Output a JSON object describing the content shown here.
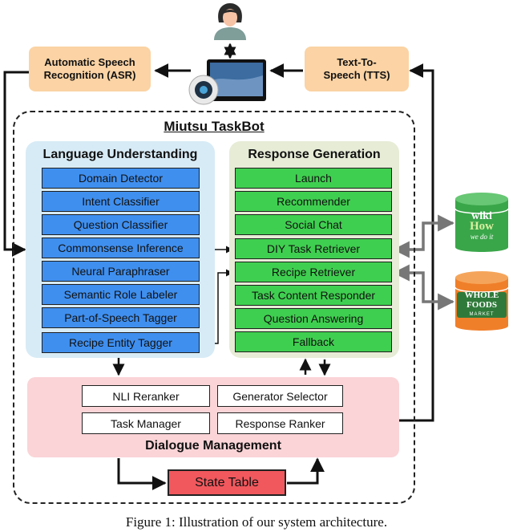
{
  "asr": {
    "label_line1": "Automatic Speech",
    "label_line2": "Recognition (ASR)"
  },
  "tts": {
    "label_line1": "Text-To-",
    "label_line2": "Speech (TTS)"
  },
  "taskbot": {
    "title": "Miutsu TaskBot"
  },
  "language_understanding": {
    "title": "Language Understanding",
    "modules": [
      "Domain Detector",
      "Intent Classifier",
      "Question Classifier",
      "Commonsense Inference",
      "Neural Paraphraser",
      "Semantic Role Labeler",
      "Part-of-Speech Tagger",
      "Recipe Entity Tagger"
    ]
  },
  "response_generation": {
    "title": "Response Generation",
    "modules": [
      "Launch",
      "Recommender",
      "Social Chat",
      "DIY Task Retriever",
      "Recipe Retriever",
      "Task Content Responder",
      "Question Answering",
      "Fallback"
    ]
  },
  "dialogue_management": {
    "title": "Dialogue Management",
    "nli_reranker": "NLI Reranker",
    "generator_selector": "Generator Selector",
    "task_manager": "Task Manager",
    "response_ranker": "Response Ranker"
  },
  "state_table": {
    "label": "State Table"
  },
  "wikihow": {
    "line1": "wiki",
    "line2": "How",
    "line3": "we do it"
  },
  "whole_foods": {
    "line1": "WHOLE",
    "line2": "FOODS",
    "line3": "MARKET"
  },
  "caption": "Figure 1: Illustration of our system architecture.",
  "colors": {
    "lu_module": "#3f8fef",
    "rg_module": "#3fcf50",
    "asr_tts": "#fbd3a4",
    "dialogue_panel": "#fad4d7",
    "state_table": "#f0585d",
    "wikihow_db": "#3aa64a",
    "wholefoods_db": "#f07f2a"
  }
}
